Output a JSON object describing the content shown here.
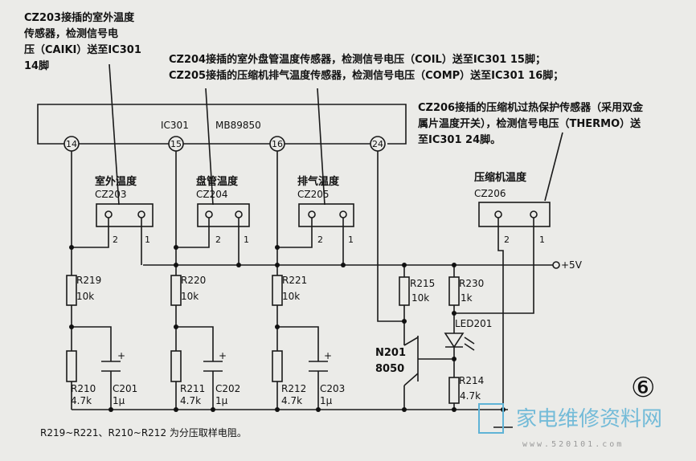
{
  "annotations": {
    "cz203_note": [
      "CZ203接插的室外温度",
      "传感器，检测信号电",
      "压（CAIKI）送至IC301",
      "14脚"
    ],
    "cz204_note": "CZ204接插的室外盘管温度传感器，检测信号电压（COIL）送至IC301 15脚；",
    "cz205_note": "CZ205接插的压缩机排气温度传感器，检测信号电压（COMP）送至IC301 16脚；",
    "cz206_note": [
      "CZ206接插的压缩机过热保护传感器（采用双金",
      "属片温度开关），检测信号电压（THERMO）送",
      "至IC301 24脚。"
    ],
    "bottom_note": "R219~R221、R210~R212 为分压取样电阻。"
  },
  "ic": {
    "ref": "IC301",
    "part": "MB89850",
    "pins": [
      "14",
      "15",
      "16",
      "24"
    ]
  },
  "connectors": [
    {
      "label": "室外温度",
      "ref": "CZ203",
      "pin_a": "2",
      "pin_b": "1"
    },
    {
      "label": "盘管温度",
      "ref": "CZ204",
      "pin_a": "2",
      "pin_b": "1"
    },
    {
      "label": "排气温度",
      "ref": "CZ205",
      "pin_a": "2",
      "pin_b": "1"
    },
    {
      "label": "压缩机温度",
      "ref": "CZ206",
      "pin_a": "2",
      "pin_b": "1"
    }
  ],
  "supply": "+5V",
  "components": {
    "r219": {
      "ref": "R219",
      "value": "10k"
    },
    "r220": {
      "ref": "R220",
      "value": "10k"
    },
    "r221": {
      "ref": "R221",
      "value": "10k"
    },
    "r210": {
      "ref": "R210",
      "value": "4.7k"
    },
    "r211": {
      "ref": "R211",
      "value": "4.7k"
    },
    "r212": {
      "ref": "R212",
      "value": "4.7k"
    },
    "c201": {
      "ref": "C201",
      "value": "1μ"
    },
    "c202": {
      "ref": "C202",
      "value": "1μ"
    },
    "c203": {
      "ref": "C203",
      "value": "1μ"
    },
    "r215": {
      "ref": "R215",
      "value": "10k"
    },
    "r230": {
      "ref": "R230",
      "value": "1k"
    },
    "r214": {
      "ref": "R214",
      "value": "4.7k"
    },
    "led": {
      "ref": "LED201"
    },
    "transistor": {
      "ref": "N201",
      "part": "8050"
    }
  },
  "figure_number": "⑥",
  "watermark": {
    "title": "家电维修资料网",
    "url": "www.520101.com"
  }
}
